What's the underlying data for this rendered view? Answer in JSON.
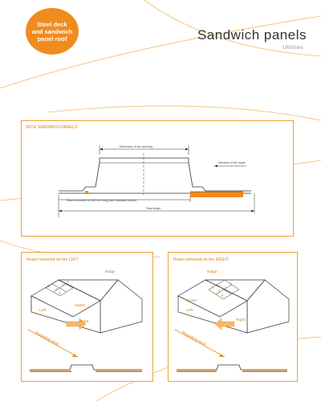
{
  "badge": {
    "line1": "Steel deck",
    "line2": "and sandwich",
    "line3": "panel roof"
  },
  "header": {
    "title": "Sandwich panels",
    "subtitle": "Utilities"
  },
  "section_top": {
    "heading": "WITH SANDWICH PANELS",
    "dim_opening": "Dimension of the opening",
    "dim_slope": "Direction of the slope",
    "dim_removed": "Ream removed on 300 mm long (with standard profile)",
    "dim_total": "Total length"
  },
  "panel_left": {
    "heading": "Ream removed on the LEFT",
    "ridge": "Ridge",
    "gutter": "Gutter",
    "left": "Left",
    "right": "Right",
    "wind": "Prevailing wind",
    "panels": [
      "1",
      "2",
      "3",
      "4",
      "5"
    ]
  },
  "panel_right": {
    "heading": "Ream removed on the RIGHT",
    "ridge": "Ridge",
    "gutter": "Gutter",
    "left": "Left",
    "right": "Right",
    "wind": "Prevailing wind",
    "panels": [
      "1",
      "2",
      "3",
      "4",
      "5"
    ]
  },
  "colors": {
    "accent": "#f08c1e",
    "line": "#333333",
    "panel_border": "#f0a030"
  }
}
